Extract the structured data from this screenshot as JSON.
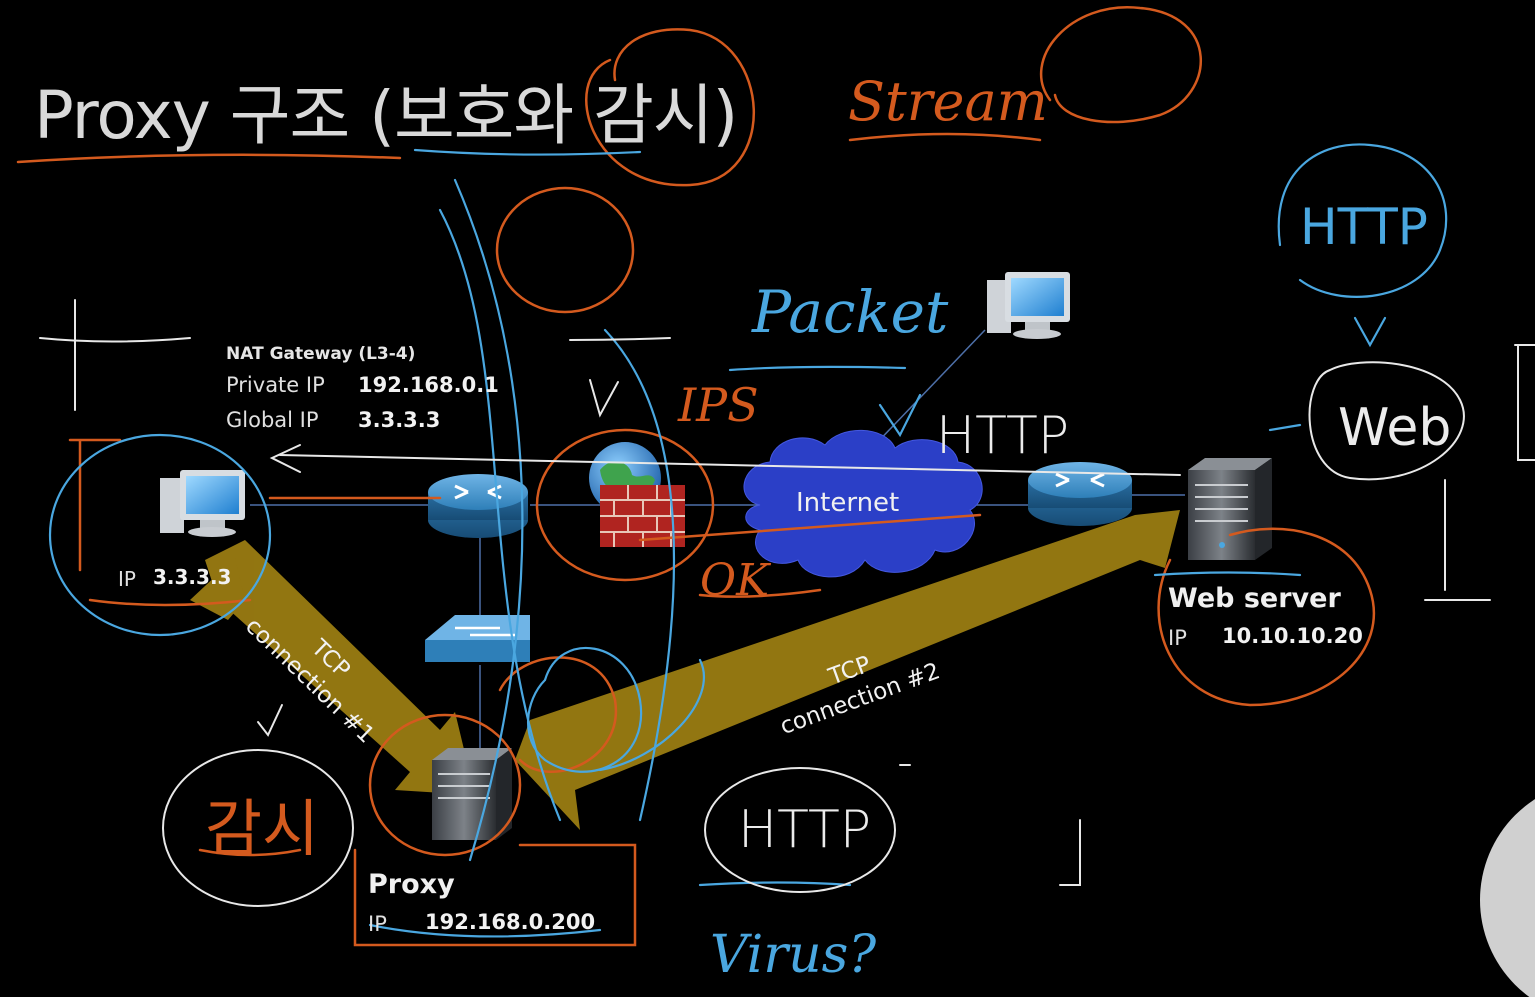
{
  "title": "Proxy 구조 (보호와 감시)",
  "nat_gateway": {
    "heading": "NAT Gateway (L3-4)",
    "private_ip_label": "Private IP",
    "private_ip_value": "192.168.0.1",
    "global_ip_label": "Global IP",
    "global_ip_value": "3.3.3.3"
  },
  "client": {
    "ip_label": "IP",
    "ip_value": "3.3.3.3"
  },
  "internet_label": "Internet",
  "web_server": {
    "name": "Web server",
    "ip_label": "IP",
    "ip_value": "10.10.10.20"
  },
  "proxy": {
    "name": "Proxy",
    "ip_label": "IP",
    "ip_value": "192.168.0.200"
  },
  "connections": [
    {
      "line1": "TCP",
      "line2": "connection #1"
    },
    {
      "line1": "TCP",
      "line2": "connection #2"
    }
  ],
  "annotations": {
    "stream": "Stream",
    "packet": "Packet",
    "http_top_right": "HTTP",
    "http_mid": "HTTP",
    "http_bottom": "HTTP",
    "web": "Web",
    "ips": "IPS",
    "ok": "OK",
    "virus": "Virus?",
    "gamsi": "감시"
  },
  "colors": {
    "background": "#000000",
    "tcp_band": "#9a7c12",
    "router": "#2e7fb8",
    "cloud": "#2b3fc7",
    "ink_orange": "#d45a1e",
    "ink_blue": "#4aa7e0",
    "ink_white": "#ececec"
  },
  "icons": [
    "router-icon",
    "switch-icon",
    "firewall-icon",
    "globe-icon",
    "desktop-computer-icon",
    "server-icon",
    "cloud-icon"
  ]
}
